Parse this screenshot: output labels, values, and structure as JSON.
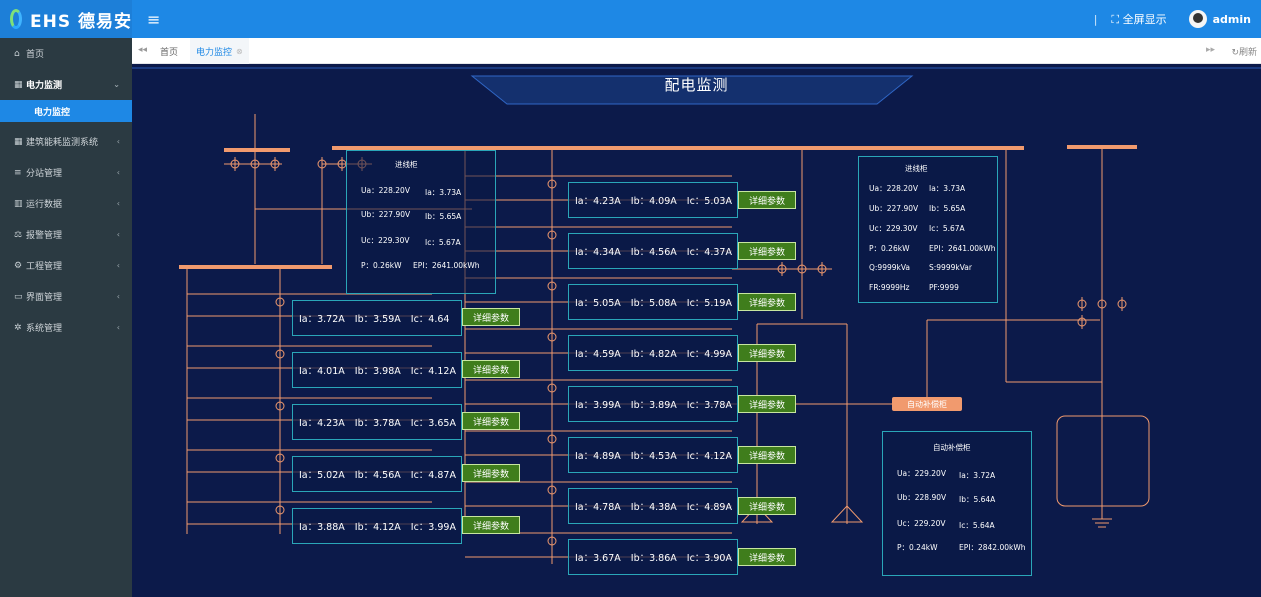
{
  "app": {
    "brand": "EHS 德易安",
    "menu_icon": "≡"
  },
  "topbar": {
    "separator": "|",
    "fullscreen": "全屏显示",
    "user": "admin"
  },
  "sidebar": {
    "items": [
      {
        "icon": "home-icon",
        "label": "首页"
      },
      {
        "icon": "bank-icon",
        "label": "电力监测",
        "open": true,
        "sub": "电力监控"
      },
      {
        "icon": "bank-icon",
        "label": "建筑能耗监测系统"
      },
      {
        "icon": "list-icon",
        "label": "分站管理"
      },
      {
        "icon": "chart-icon",
        "label": "运行数据"
      },
      {
        "icon": "scale-icon",
        "label": "报警管理"
      },
      {
        "icon": "cogs-icon",
        "label": "工程管理"
      },
      {
        "icon": "window-icon",
        "label": "界面管理"
      },
      {
        "icon": "gear-icon",
        "label": "系统管理"
      }
    ]
  },
  "tabs": {
    "home": "首页",
    "active": "电力监控",
    "refresh": "刷新"
  },
  "page": {
    "title": "配电监测",
    "detail_btn": "详细参数",
    "comp_label": "自动补偿柜"
  },
  "left_feeders": [
    {
      "ia": "3.72A",
      "ib": "3.59A",
      "ic": "4.64"
    },
    {
      "ia": "4.01A",
      "ib": "3.98A",
      "ic": "4.12A"
    },
    {
      "ia": "4.23A",
      "ib": "3.78A",
      "ic": "3.65A"
    },
    {
      "ia": "5.02A",
      "ib": "4.56A",
      "ic": "4.87A"
    },
    {
      "ia": "3.88A",
      "ib": "4.12A",
      "ic": "3.99A"
    }
  ],
  "mid_feeders": [
    {
      "ia": "4.23A",
      "ib": "4.09A",
      "ic": "5.03A"
    },
    {
      "ia": "4.34A",
      "ib": "4.56A",
      "ic": "4.37A"
    },
    {
      "ia": "5.05A",
      "ib": "5.08A",
      "ic": "5.19A"
    },
    {
      "ia": "4.59A",
      "ib": "4.82A",
      "ic": "4.99A"
    },
    {
      "ia": "3.99A",
      "ib": "3.89A",
      "ic": "3.78A"
    },
    {
      "ia": "4.89A",
      "ib": "4.53A",
      "ic": "4.12A"
    },
    {
      "ia": "4.78A",
      "ib": "4.38A",
      "ic": "4.89A"
    },
    {
      "ia": "3.67A",
      "ib": "3.86A",
      "ic": "3.90A"
    }
  ],
  "incoming_left": {
    "title": "进线柜",
    "ua": "Ua：228.20V",
    "ia": "Ia：3.73A",
    "ub": "Ub：227.90V",
    "ib": "Ib：5.65A",
    "uc": "Uc：229.30V",
    "ic": "Ic：5.67A",
    "p": "P：0.26kW",
    "epi": "EPI：2641.00kWh"
  },
  "incoming_right": {
    "title": "进线柜",
    "ua": "Ua：228.20V",
    "ia": "Ia：3.73A",
    "ub": "Ub：227.90V",
    "ib": "Ib：5.65A",
    "uc": "Uc：229.30V",
    "ic": "Ic：5.67A",
    "p": "P：0.26kW",
    "epi": "EPI：2641.00kWh",
    "q": "Q:9999kVa",
    "s": "S:9999kVar",
    "fr": "FR:9999Hz",
    "pf": "PF:9999"
  },
  "compensation": {
    "title": "自动补偿柜",
    "ua": "Ua：229.20V",
    "ia": "Ia：3.72A",
    "ub": "Ub：228.90V",
    "ib": "Ib：5.64A",
    "uc": "Uc：229.20V",
    "ic": "Ic：5.64A",
    "p": "P：0.24kW",
    "epi": "EPI：2842.00kWh"
  },
  "colors": {
    "line": "#f19a6e",
    "box_border": "#2aa6b8",
    "button": "#3f7d1c",
    "accent": "#1e88e5"
  }
}
